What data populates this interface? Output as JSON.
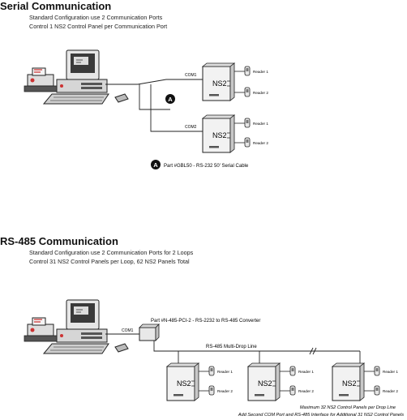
{
  "serial": {
    "title": "Serial Communication",
    "line1": "Standard Configuration use 2 Communication Ports",
    "line2": "Control 1 NS2 Control Panel per Communication Port",
    "com1": "COM1",
    "com2": "COM2",
    "panel_label": "NS2",
    "reader1": "Reader 1",
    "reader2": "Reader 2",
    "callout_letter": "A",
    "legend_text": "Part #GBL50  -  RS-232 50' Serial Cable"
  },
  "rs485": {
    "title": "RS-485 Communication",
    "line1": "Standard Configuration use 2 Communication Ports for 2 Loops",
    "line2": "Control 31 NS2 Control Panels per Loop, 62 NS2 Panels Total",
    "converter_text": "Part #N-485-PCI-2  -  RS-2232 to RS-485 Converter",
    "com_label": "COM1",
    "dropline_label": "RS-485 Multi-Drop Line",
    "panel_label": "NS2",
    "reader1": "Reader 1",
    "reader2": "Reader 2",
    "note1": "Maximum 32 NS2 Control Panels per Drop Line",
    "note2": "Add Second COM Port and RS-485 Interface for Additional 31 NS2 Control Panels"
  },
  "icons": [
    "computer-icon",
    "printer-icon",
    "mouse-icon",
    "keyboard-icon",
    "card-reader-icon",
    "converter-icon"
  ]
}
